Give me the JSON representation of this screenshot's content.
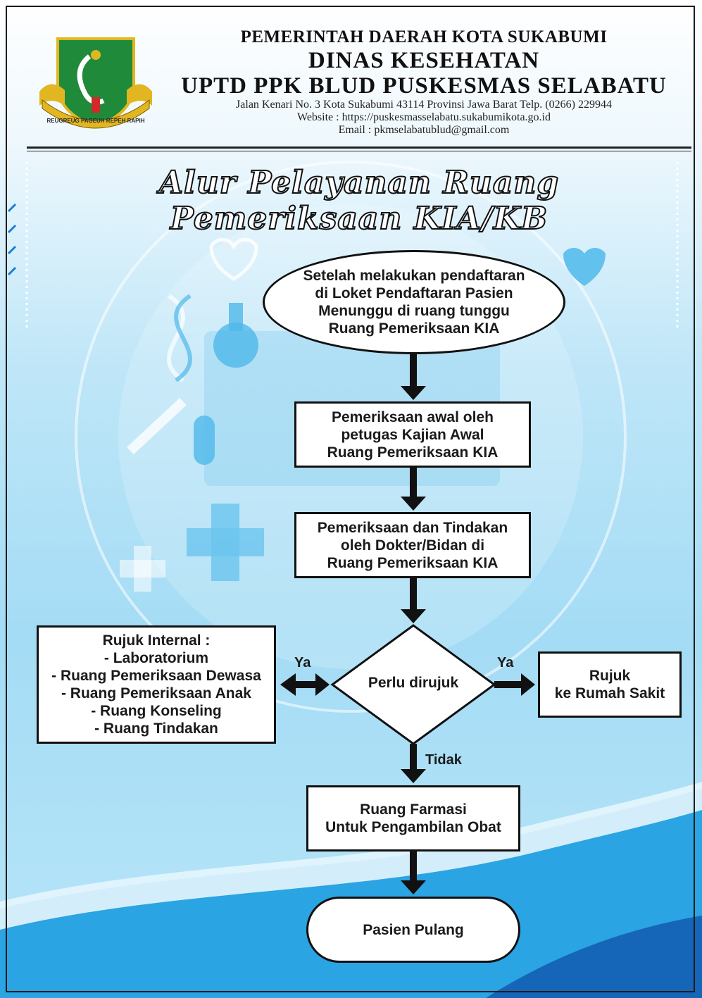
{
  "header": {
    "line1": "PEMERINTAH DAERAH KOTA SUKABUMI",
    "line2": "DINAS KESEHATAN",
    "line3": "UPTD PPK BLUD PUSKESMAS SELABATU",
    "address": "Jalan Kenari No. 3 Kota Sukabumi 43114 Provinsi Jawa Barat Telp. (0266) 229944",
    "website": "Website : https://puskesmasselabatu.sukabumikota.go.id",
    "email": "Email : pkmselabatublud@gmail.com",
    "logo_motto": "REUGREUG PAGEUH REPEH RAPIH"
  },
  "title": "Alur Pelayanan Ruang Pemeriksaan KIA/KB",
  "flow": {
    "start": "Setelah melakukan pendaftaran\ndi Loket Pendaftaran Pasien\nMenunggu di ruang tunggu\nRuang Pemeriksaan KIA",
    "step_awal": "Pemeriksaan awal oleh\npetugas Kajian Awal\nRuang Pemeriksaan KIA",
    "step_dokter": "Pemeriksaan dan Tindakan\noleh Dokter/Bidan di\nRuang Pemeriksaan KIA",
    "decision": "Perlu dirujuk",
    "internal": "Rujuk Internal :\n- Laboratorium\n- Ruang Pemeriksaan Dewasa\n- Ruang Pemeriksaan Anak\n- Ruang Konseling\n- Ruang Tindakan",
    "rumah_sakit": "Rujuk\nke Rumah Sakit",
    "farmasi": "Ruang Farmasi\nUntuk Pengambilan Obat",
    "end": "Pasien Pulang",
    "label_ya_left": "Ya",
    "label_ya_right": "Ya",
    "label_tidak": "Tidak"
  },
  "colors": {
    "ink": "#111111",
    "background_light": "#eef8fd",
    "background_blue": "#a4dcf5",
    "accent_blue": "#29a3e0",
    "logo_green": "#1f8a3a",
    "logo_gold": "#e2b621"
  }
}
